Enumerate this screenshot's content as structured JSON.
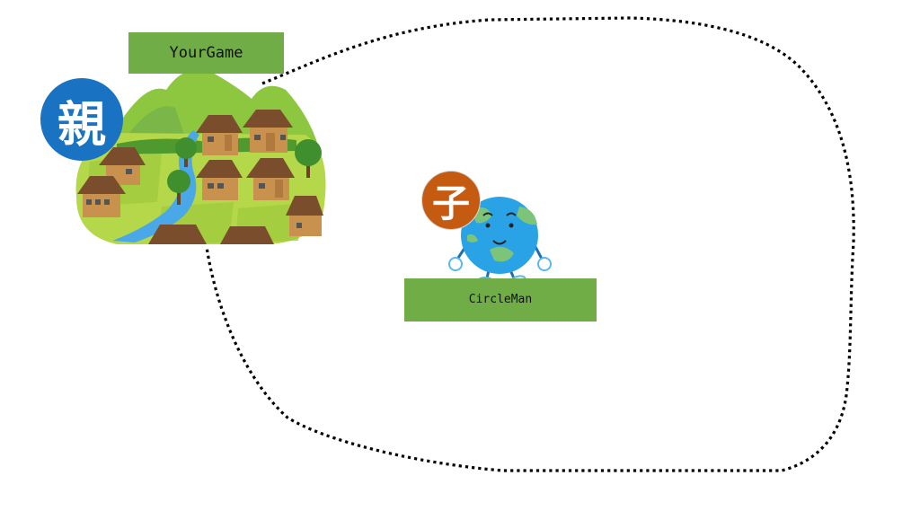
{
  "diagram": {
    "parent": {
      "label": "YourGame",
      "badge_text": "親",
      "badge_meaning": "parent",
      "illustration": "village-icon",
      "badge_color": "#1a72c2"
    },
    "child": {
      "label": "CircleMan",
      "badge_text": "子",
      "badge_meaning": "child",
      "illustration": "earth-character-icon",
      "badge_color": "#c55a11"
    },
    "label_color": "#70ad47",
    "boundary": {
      "style": "dotted",
      "color": "#000000",
      "description": "dotted boundary enclosing the child within the parent's scope"
    }
  }
}
